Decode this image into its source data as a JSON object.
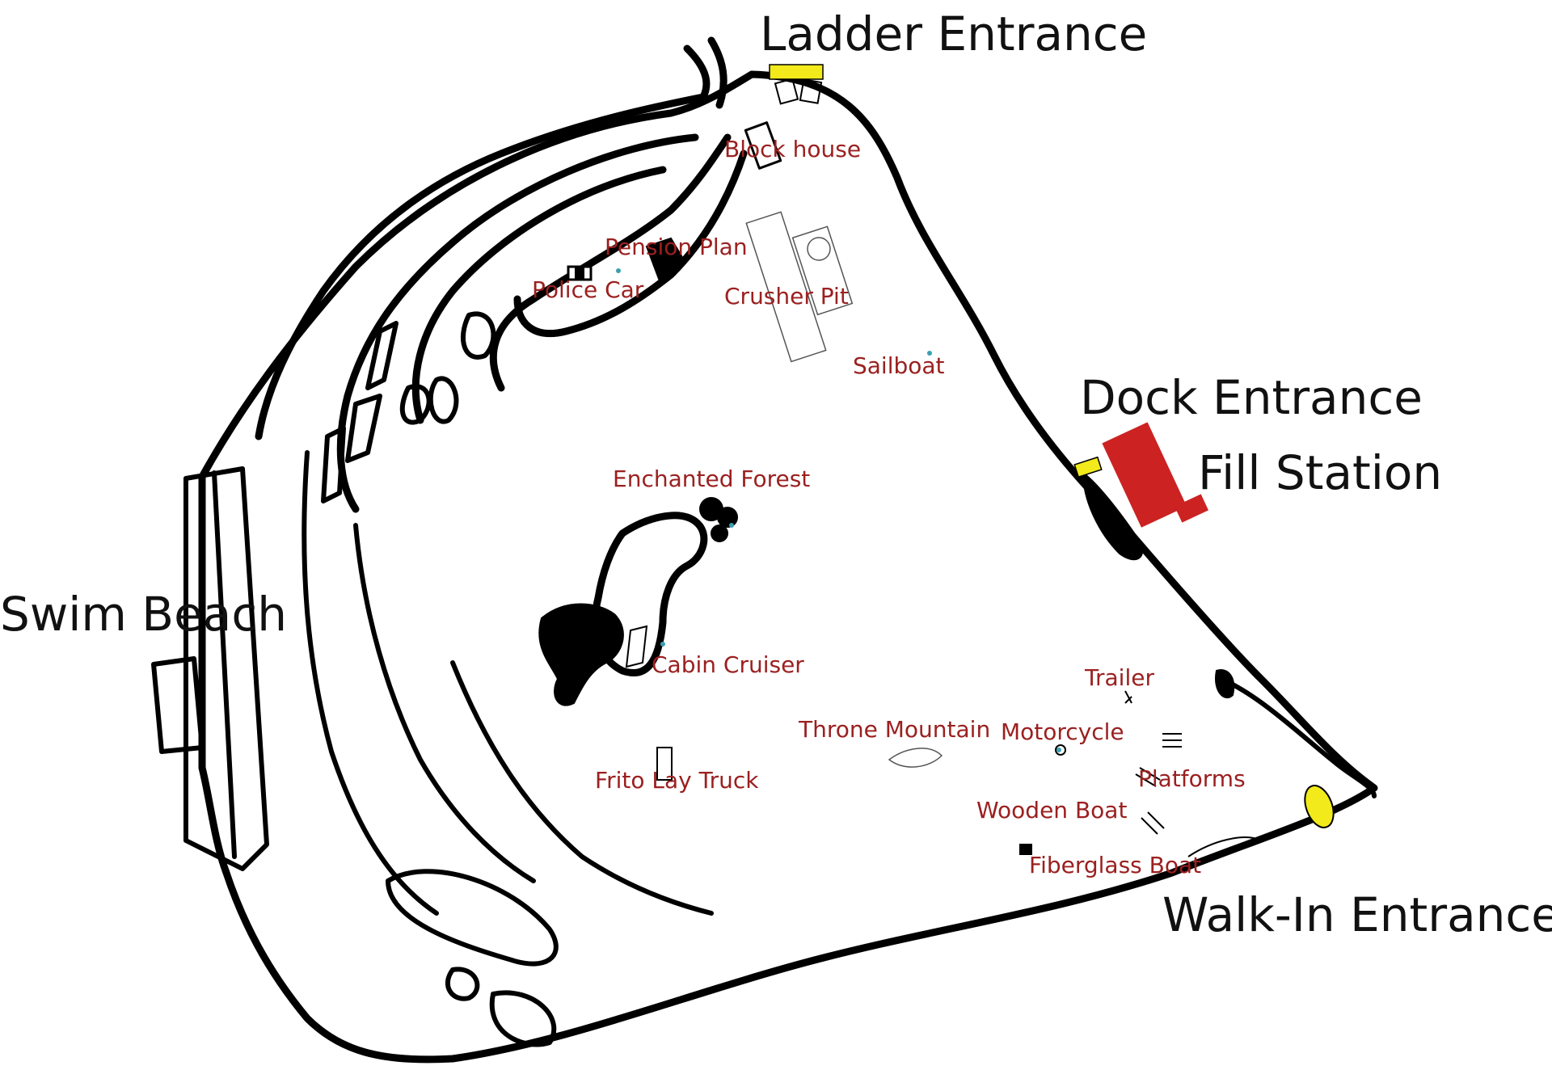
{
  "map": {
    "colors": {
      "outline": "#000000",
      "entrance_marker": "#f2ea1a",
      "fill_station": "#cc2222",
      "poi_text": "#9b2020",
      "major_text": "#111111"
    },
    "major_labels": {
      "ladder_entrance": "Ladder Entrance",
      "dock_entrance": "Dock Entrance",
      "fill_station": "Fill Station",
      "swim_beach": "Swim Beach",
      "walk_in_entrance": "Walk-In Entrance"
    },
    "points_of_interest": {
      "block_house": "Block house",
      "pension_plan": "Pension Plan",
      "police_car": "Police Car",
      "crusher_pit": "Crusher Pit",
      "sailboat": "Sailboat",
      "enchanted_forest": "Enchanted Forest",
      "cabin_cruiser": "Cabin Cruiser",
      "trailer": "Trailer",
      "throne_mountain": "Throne Mountain",
      "motorcycle": "Motorcycle",
      "platforms": "Platforms",
      "frito_lay_truck": "Frito Lay Truck",
      "wooden_boat": "Wooden Boat",
      "fiberglass_boat": "Fiberglass Boat"
    }
  }
}
